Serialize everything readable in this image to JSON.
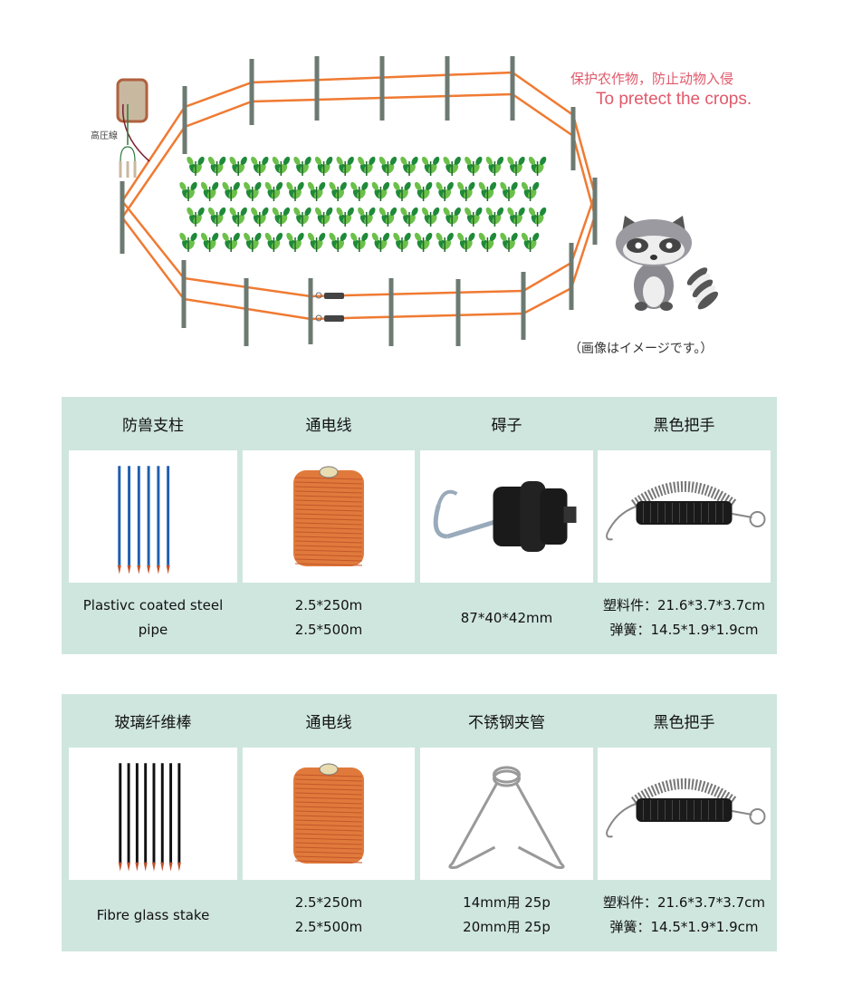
{
  "diagram": {
    "slogan_cn": "保护农作物，防止动物入侵",
    "slogan_en": "To pretect the crops.",
    "energizer_label": "高圧線",
    "caption": "（画像はイメージです。）",
    "colors": {
      "wire": "#f07a32",
      "post": "#6c7a72",
      "slogan": "#e0596a",
      "table_bg": "#cfe6df"
    }
  },
  "tables": [
    {
      "columns": [
        {
          "header": "防兽支柱",
          "image": "blue-steel-posts",
          "specs": [
            "Plastivc coated steel pipe"
          ]
        },
        {
          "header": "通电线",
          "image": "orange-wire-spool",
          "specs": [
            "2.5*250m",
            "2.5*500m"
          ]
        },
        {
          "header": "碍子",
          "image": "insulator-hook",
          "specs": [
            "87*40*42mm"
          ]
        },
        {
          "header": "黑色把手",
          "image": "gate-handle",
          "specs": [
            "塑料件：21.6*3.7*3.7cm",
            "弹簧：14.5*1.9*1.9cm"
          ]
        }
      ]
    },
    {
      "columns": [
        {
          "header": "玻璃纤维棒",
          "image": "black-fibreglass-stakes",
          "specs": [
            "Fibre glass stake"
          ]
        },
        {
          "header": "通电线",
          "image": "orange-wire-spool",
          "specs": [
            "2.5*250m",
            "2.5*500m"
          ]
        },
        {
          "header": "不锈钢夹管",
          "image": "steel-clamp",
          "specs": [
            "14mm用 25p",
            "20mm用 25p"
          ]
        },
        {
          "header": "黑色把手",
          "image": "gate-handle",
          "specs": [
            "塑料件：21.6*3.7*3.7cm",
            "弹簧：14.5*1.9*1.9cm"
          ]
        }
      ]
    }
  ]
}
